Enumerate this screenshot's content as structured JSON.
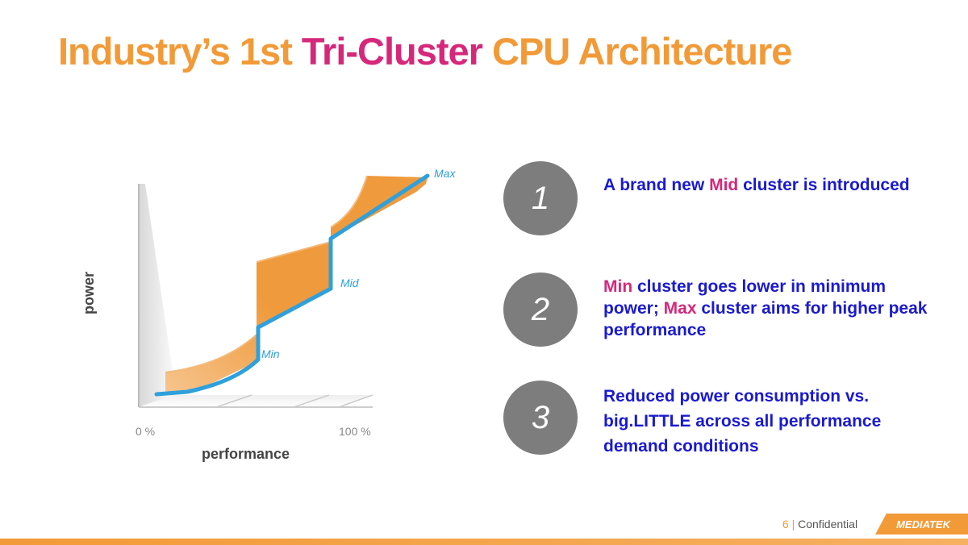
{
  "slide": {
    "title_part1": "Industry’s 1st ",
    "title_highlight": "Tri-Cluster",
    "title_part2": " CPU Architecture"
  },
  "diagram": {
    "y_axis_label": "power",
    "x_axis_label": "performance",
    "x_tick_start": "0 %",
    "x_tick_end": "100 %",
    "curve_labels": {
      "max": "Max",
      "mid": "Mid",
      "min": "Min"
    },
    "colors": {
      "fill": "#ef9a3c",
      "line": "#2fa0dc"
    }
  },
  "points": [
    {
      "number": "1",
      "text_a": "A brand new ",
      "accent_a": "Mid",
      "text_b": " cluster is introduced",
      "accent_b": "",
      "text_c": ""
    },
    {
      "number": "2",
      "text_a": "",
      "accent_a": "Min",
      "text_b": " cluster goes lower in minimum power; ",
      "accent_b": "Max",
      "text_c": " cluster aims for higher peak performance"
    },
    {
      "number": "3",
      "text_a": "Reduced power consumption vs. big.LITTLE across all performance demand conditions",
      "accent_a": "",
      "text_b": "",
      "accent_b": "",
      "text_c": ""
    }
  ],
  "footer": {
    "page_number": "6",
    "separator": "|",
    "confidential": "Confidential",
    "brand": "MEDIATEK"
  },
  "colors": {
    "title": "#f29a38",
    "accent": "#d6287a",
    "body_text": "#1a1ad1",
    "circle": "#7d7d7d"
  }
}
